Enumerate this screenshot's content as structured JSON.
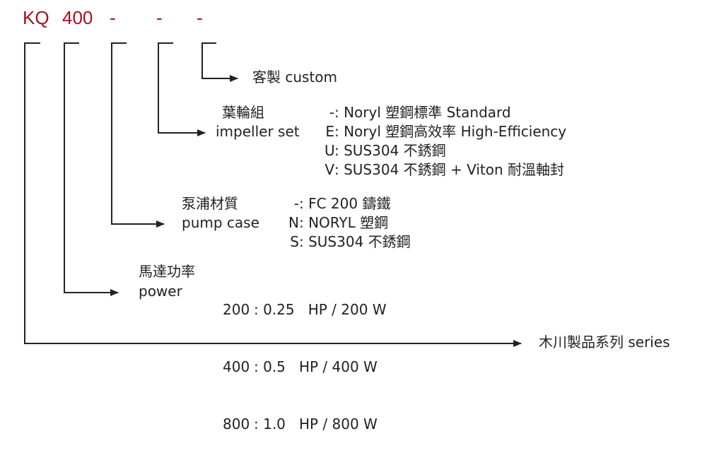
{
  "code": {
    "series": "KQ",
    "power": "400",
    "sep1": "-",
    "sep2": "-",
    "sep3": "-"
  },
  "custom": {
    "label": "客製 custom"
  },
  "impeller": {
    "title_zh": "葉輪組",
    "title_en": "impeller set",
    "options": [
      {
        "key": "-",
        "text": ": Noryl 塑鋼標準 Standard"
      },
      {
        "key": "E",
        "text": ": Noryl 塑鋼高效率 High-Efficiency"
      },
      {
        "key": "U",
        "text": ": SUS304 不銹鋼"
      },
      {
        "key": "V",
        "text": ": SUS304 不銹鋼 + Viton 耐溫軸封"
      }
    ]
  },
  "pump_case": {
    "title_zh": "泵浦材質",
    "title_en": "pump case",
    "options": [
      {
        "key": "-",
        "text": ": FC 200 鑄鐵"
      },
      {
        "key": "N",
        "text": ": NORYL 塑鋼"
      },
      {
        "key": "S",
        "text": ": SUS304 不銹鋼"
      }
    ]
  },
  "power": {
    "title_zh": "馬達功率",
    "title_en": "power",
    "options": [
      {
        "key": "200",
        "text": ": 0.25   HP / 200 W"
      },
      {
        "key": "400",
        "text": ": 0.5   HP / 400 W"
      },
      {
        "key": "800",
        "text": ": 1.0   HP / 800 W"
      }
    ]
  },
  "series": {
    "label": "木川製品系列 series"
  },
  "colors": {
    "code": "#a3121f",
    "line": "#222222"
  }
}
